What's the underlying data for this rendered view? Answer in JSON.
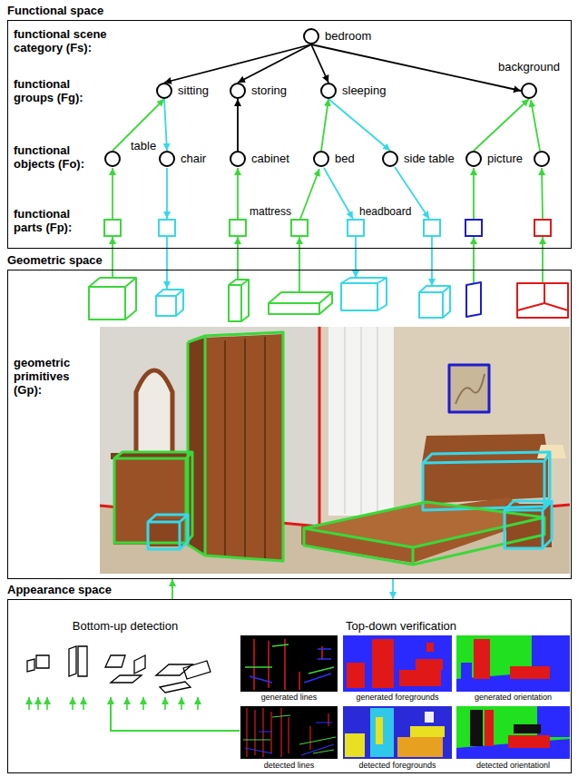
{
  "diagram": {
    "nodes": [
      {
        "text": [
          "Functional space"
        ]
      },
      {
        "text": [
          "bedroom"
        ],
        "in": 0
      },
      {
        "text": [
          "sitting"
        ],
        "in": 0
      },
      {
        "text": [
          "storing"
        ],
        "in": 0
      },
      {
        "text": [
          "sleeping"
        ],
        "in": 0
      },
      {
        "text": [
          "background"
        ],
        "in": 0
      },
      {
        "text": [
          "table"
        ],
        "in": 0
      },
      {
        "text": [
          "chair"
        ],
        "in": 0
      },
      {
        "text": [
          "cabinet"
        ],
        "in": 0
      },
      {
        "text": [
          "bed"
        ],
        "in": 0
      },
      {
        "text": [
          "side table"
        ],
        "in": 0
      },
      {
        "text": [
          "picture"
        ],
        "in": 0
      },
      {
        "text": [
          "Geometric space"
        ]
      },
      {
        "text": [
          "Appearance space"
        ]
      }
    ],
    "edges": [
      {
        "from": 1,
        "to": 2,
        "arrow": "to"
      },
      {
        "from": 1,
        "to": 3,
        "arrow": "to"
      },
      {
        "from": 1,
        "to": 4,
        "arrow": "to"
      },
      {
        "from": 1,
        "to": 5,
        "arrow": "to"
      },
      {
        "from": 6,
        "to": 2,
        "arrow": "to"
      },
      {
        "from": 2,
        "to": 7,
        "arrow": "to"
      },
      {
        "from": 8,
        "to": 3,
        "arrow": "to"
      },
      {
        "from": 9,
        "to": 4,
        "arrow": "to"
      },
      {
        "from": 4,
        "to": 10,
        "arrow": "to"
      },
      {
        "from": 11,
        "to": 5,
        "arrow": "to"
      },
      {
        "from": 12,
        "to": 13,
        "arrow": "to"
      },
      {
        "from": 13,
        "to": 12,
        "arrow": "to"
      }
    ],
    "labels": [
      "functional scene category (Fs):",
      "functional groups (Fg):",
      "functional objects (Fo):",
      "functional parts (Fp):",
      "mattress",
      "headboard",
      "geometric primitives (Gp):",
      "Bottom-up detection",
      "Top-down verification",
      "generated lines",
      "generated foregrounds",
      "generated orientation",
      "detected lines",
      "detected foregrounds",
      "detected orientationl"
    ]
  }
}
